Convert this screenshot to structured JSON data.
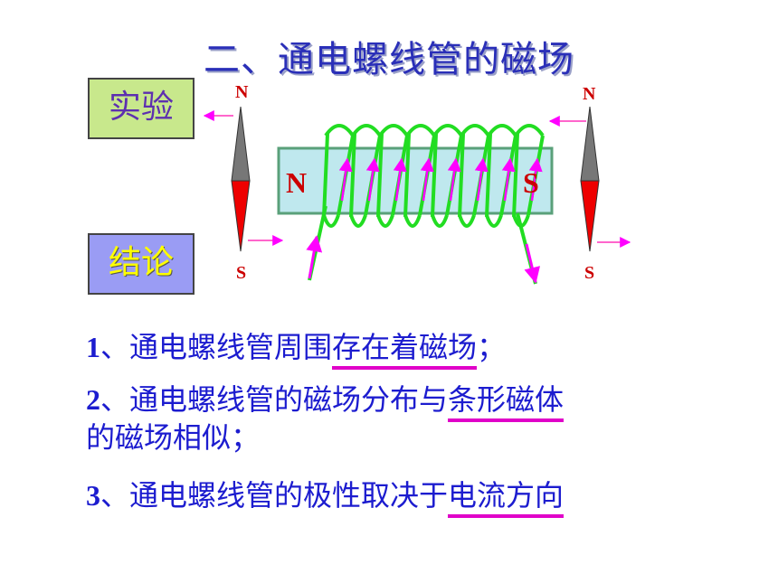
{
  "title": "二、通电螺线管的磁场",
  "tags": {
    "experiment": "实验",
    "conclusion": "结论"
  },
  "diagram": {
    "left_needle": {
      "top_label": "N",
      "bottom_label": "S"
    },
    "right_needle": {
      "top_label": "N",
      "bottom_label": "S"
    },
    "core": {
      "left_pole": "N",
      "right_pole": "S"
    }
  },
  "conclusions": [
    {
      "num": "1",
      "pre": "、通电螺线管周围",
      "emph": "存在着磁场",
      "post": "；"
    },
    {
      "num": "2",
      "pre": "、通电螺线管的磁场分布与",
      "emph": "条形磁体",
      "line2": "的磁场相似；"
    },
    {
      "num": "3",
      "pre": "、通电螺线管的极性取决于",
      "emph": "电流方向",
      "post": ""
    }
  ],
  "colors": {
    "title": "#2a2fb8",
    "text": "#1c1ccf",
    "underline": "#e000c8",
    "coil": "#22dd22",
    "arrow": "#ff00ff",
    "pole": "#cc0000",
    "core_fill": "#bfe8ee",
    "core_border": "#5aa07a"
  }
}
